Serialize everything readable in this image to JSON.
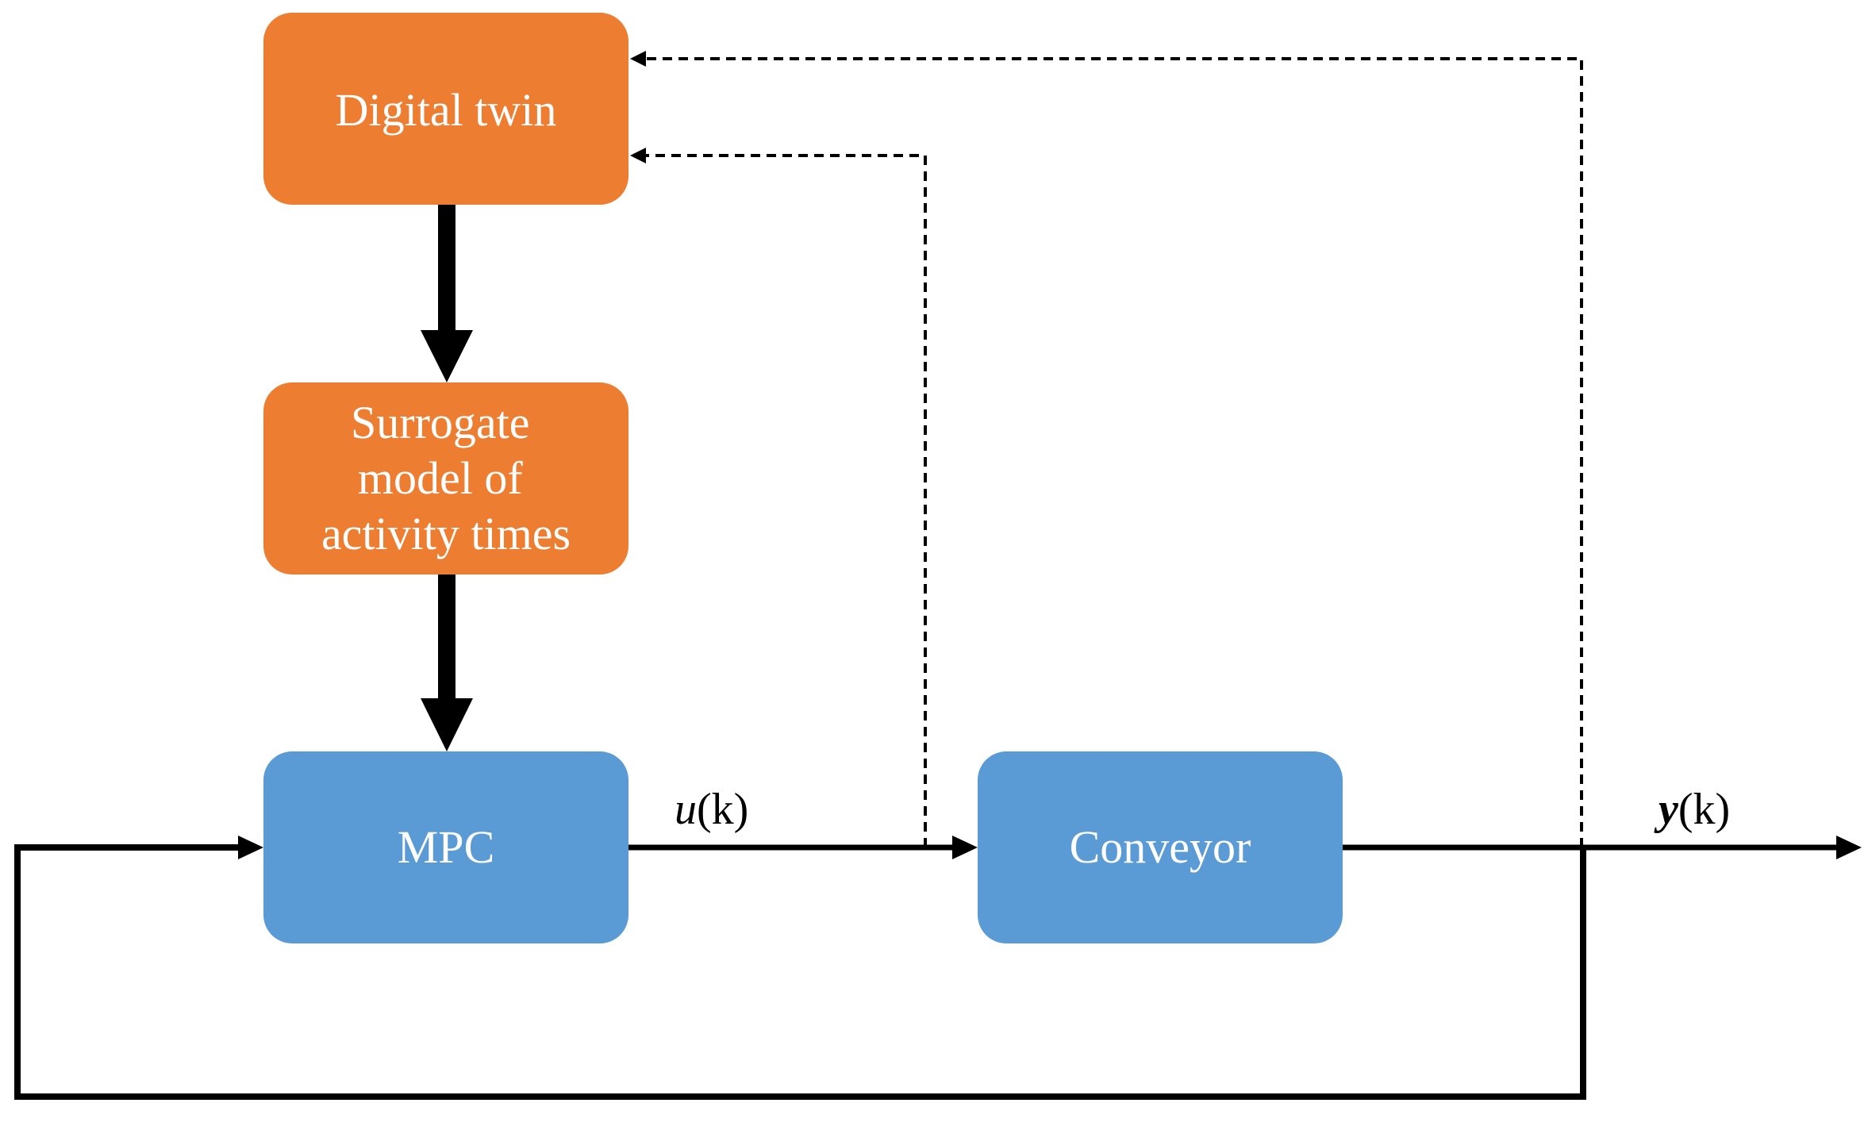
{
  "colors": {
    "orange_box": "#ED7D31",
    "blue_box": "#5B9BD5",
    "line": "#000000",
    "label_on_box": "#FFFFFF"
  },
  "blocks": {
    "digital_twin": {
      "lines": [
        "Digital twin"
      ]
    },
    "surrogate_model": {
      "lines": [
        "Surrogate",
        "model of",
        "activity times"
      ]
    },
    "mpc": {
      "lines": [
        "MPC"
      ]
    },
    "conveyor": {
      "lines": [
        "Conveyor"
      ]
    }
  },
  "signals": {
    "control_input": {
      "symbol": "u",
      "argument": "(k)"
    },
    "output": {
      "symbol": "y",
      "argument": "(k)"
    }
  }
}
